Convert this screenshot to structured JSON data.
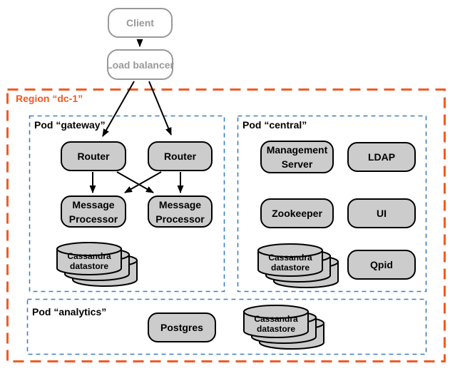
{
  "client": {
    "label": "Client"
  },
  "load_balancer": {
    "label": "Load balancer"
  },
  "region": {
    "label": "Region “dc-1”"
  },
  "pods": {
    "gateway": {
      "label": "Pod “gateway”"
    },
    "central": {
      "label": "Pod “central”"
    },
    "analytics": {
      "label": "Pod “analytics”"
    }
  },
  "nodes": {
    "router_left": {
      "label": "Router"
    },
    "router_right": {
      "label": "Router"
    },
    "message_processor_left": {
      "line1": "Message",
      "line2": "Processor"
    },
    "message_processor_right": {
      "line1": "Message",
      "line2": "Processor"
    },
    "management_server": {
      "line1": "Management",
      "line2": "Server"
    },
    "ldap": {
      "label": "LDAP"
    },
    "zookeeper": {
      "label": "Zookeeper"
    },
    "ui": {
      "label": "UI"
    },
    "qpid": {
      "label": "Qpid"
    },
    "postgres": {
      "label": "Postgres"
    },
    "cassandra_gateway": {
      "line1": "Cassandra",
      "line2": "datastore"
    },
    "cassandra_central": {
      "line1": "Cassandra",
      "line2": "datastore"
    },
    "cassandra_analytics": {
      "line1": "Cassandra",
      "line2": "datastore"
    }
  },
  "colors": {
    "node_fill": "#CCCCCC",
    "node_border": "#000000",
    "external_border": "#999999",
    "pod_accent": "#3D7EC0",
    "region_accent": "#F15A24",
    "arrow": "#000000"
  }
}
